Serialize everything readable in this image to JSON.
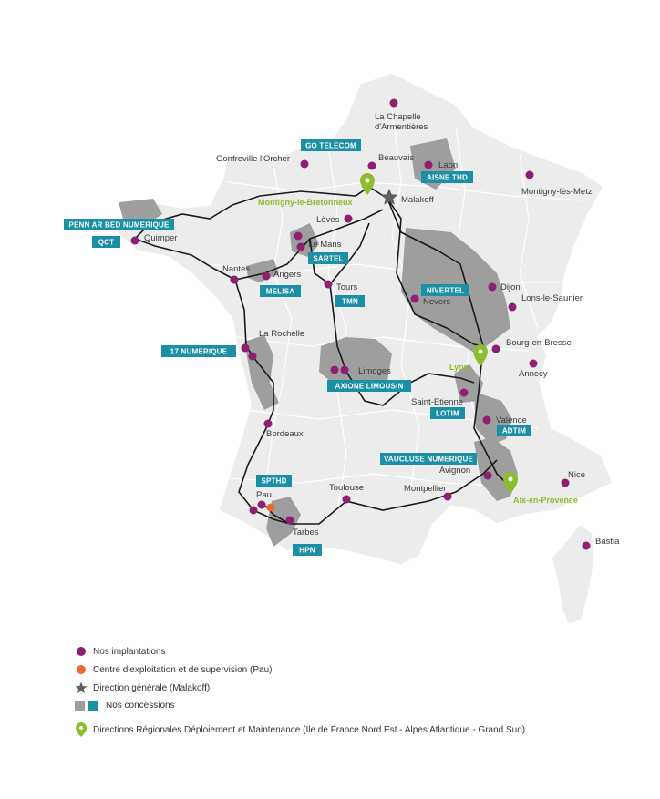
{
  "cities": [
    {
      "id": "la-chapelle",
      "label": "La Chapelle\nd'Armentières"
    },
    {
      "id": "beauvais",
      "label": "Beauvais"
    },
    {
      "id": "laon",
      "label": "Laon"
    },
    {
      "id": "gonfreville",
      "label": "Gonfreville l'Orcher"
    },
    {
      "id": "malakoff",
      "label": "Malakoff"
    },
    {
      "id": "montigny-les-metz",
      "label": "Montigny-lès-Metz"
    },
    {
      "id": "leves",
      "label": "Lèves"
    },
    {
      "id": "quimper",
      "label": "Quimper"
    },
    {
      "id": "le-mans",
      "label": "Le Mans"
    },
    {
      "id": "nantes",
      "label": "Nantes"
    },
    {
      "id": "angers",
      "label": "Angers"
    },
    {
      "id": "tours",
      "label": "Tours"
    },
    {
      "id": "nevers",
      "label": "Nevers"
    },
    {
      "id": "dijon",
      "label": "Dijon"
    },
    {
      "id": "lons",
      "label": "Lons-le-Saunier"
    },
    {
      "id": "la-rochelle",
      "label": "La Rochelle"
    },
    {
      "id": "bourg",
      "label": "Bourg-en-Bresse"
    },
    {
      "id": "annecy",
      "label": "Annecy"
    },
    {
      "id": "limoges",
      "label": "Limoges"
    },
    {
      "id": "saint-etienne",
      "label": "Saint-Etienne"
    },
    {
      "id": "valence",
      "label": "Valence"
    },
    {
      "id": "bordeaux",
      "label": "Bordeaux"
    },
    {
      "id": "avignon",
      "label": "Avignon"
    },
    {
      "id": "nice",
      "label": "Nice"
    },
    {
      "id": "pau",
      "label": "Pau"
    },
    {
      "id": "toulouse",
      "label": "Toulouse"
    },
    {
      "id": "montpellier",
      "label": "Montpellier"
    },
    {
      "id": "tarbes",
      "label": "Tarbes"
    },
    {
      "id": "bastia",
      "label": "Bastia"
    }
  ],
  "concessions": {
    "go_telecom": "GO TELECOM",
    "aisne_thd": "AISNE THD",
    "penn_ar_bed": "PENN AR BED NUMERIQUE",
    "qct": "QCT",
    "sartel": "SARTEL",
    "melisa": "MELISA",
    "tmn": "TMN",
    "nivertel": "NIVERTEL",
    "numerique_17": "17 NUMERIQUE",
    "axione_limousin": "AXIONE LIMOUSIN",
    "lotim": "LOTIM",
    "adtim": "ADTIM",
    "vaucluse": "VAUCLUSE NUMERIQUE",
    "spthd": "SPTHD",
    "hpn": "HPN"
  },
  "regional_directions": {
    "montigny": "Montigny-le-Bretonneux",
    "lyon": "Lyon",
    "aix": "Aix-en-Provence"
  },
  "colors": {
    "implantation": "#8e1f73",
    "supervision": "#ec6a2b",
    "hq": "#5f5f5f",
    "concession_area": "#9e9e9e",
    "concession_tag": "#1b8fa5",
    "regional_pin": "#8cbd2f",
    "network_line": "#1a1a1a",
    "land": "#ececec",
    "border": "#ffffff"
  },
  "legend": {
    "implantations": "Nos implantations",
    "supervision": "Centre d'exploitation et de supervision (Pau)",
    "hq": "Direction générale (Malakoff)",
    "concessions": "Nos concessions",
    "regional": "Directions Régionales Déploiement et Maintenance (Ile de France Nord Est - Alpes Atlantique - Grand Sud)"
  }
}
